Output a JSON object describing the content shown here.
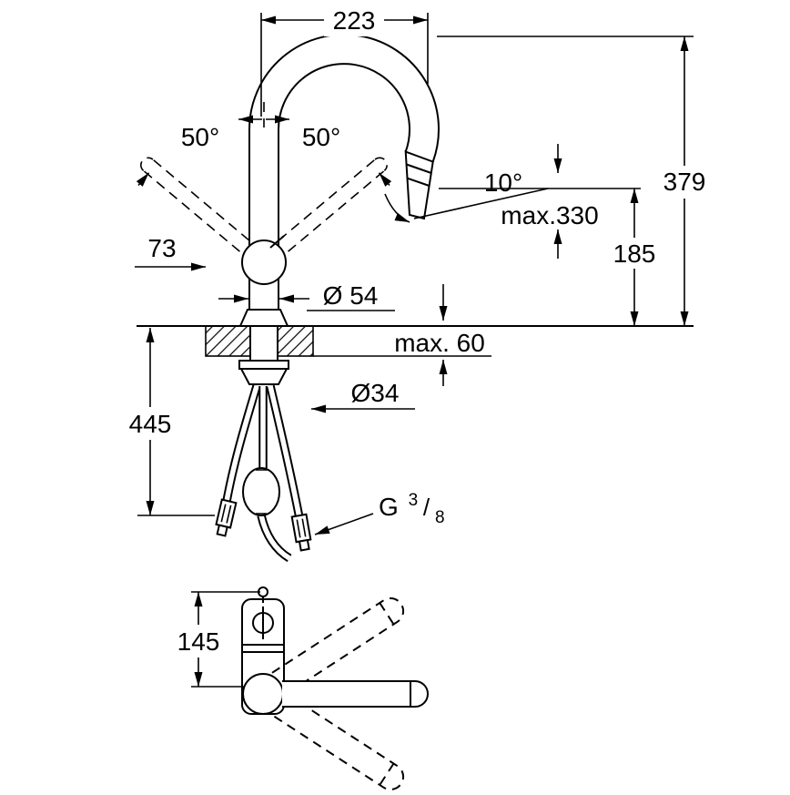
{
  "drawing": {
    "type": "faucet-technical-dimension-drawing",
    "colors": {
      "line": "#000000",
      "background": "#ffffff"
    },
    "dimensions": {
      "spout_reach": "223",
      "swivel_left": "50°",
      "swivel_right": "50°",
      "handle_offset": "73",
      "body_diameter": "Ø 54",
      "spray_angle": "10°",
      "max_pullout": "max.330",
      "overall_height": "379",
      "outlet_height": "185",
      "deck_thickness": "max. 60",
      "hole_diameter": "Ø34",
      "hose_length": "445",
      "thread": {
        "g": "G",
        "numerator": "3",
        "slash": "/",
        "denominator": "8"
      },
      "top_view_depth": "145"
    }
  }
}
